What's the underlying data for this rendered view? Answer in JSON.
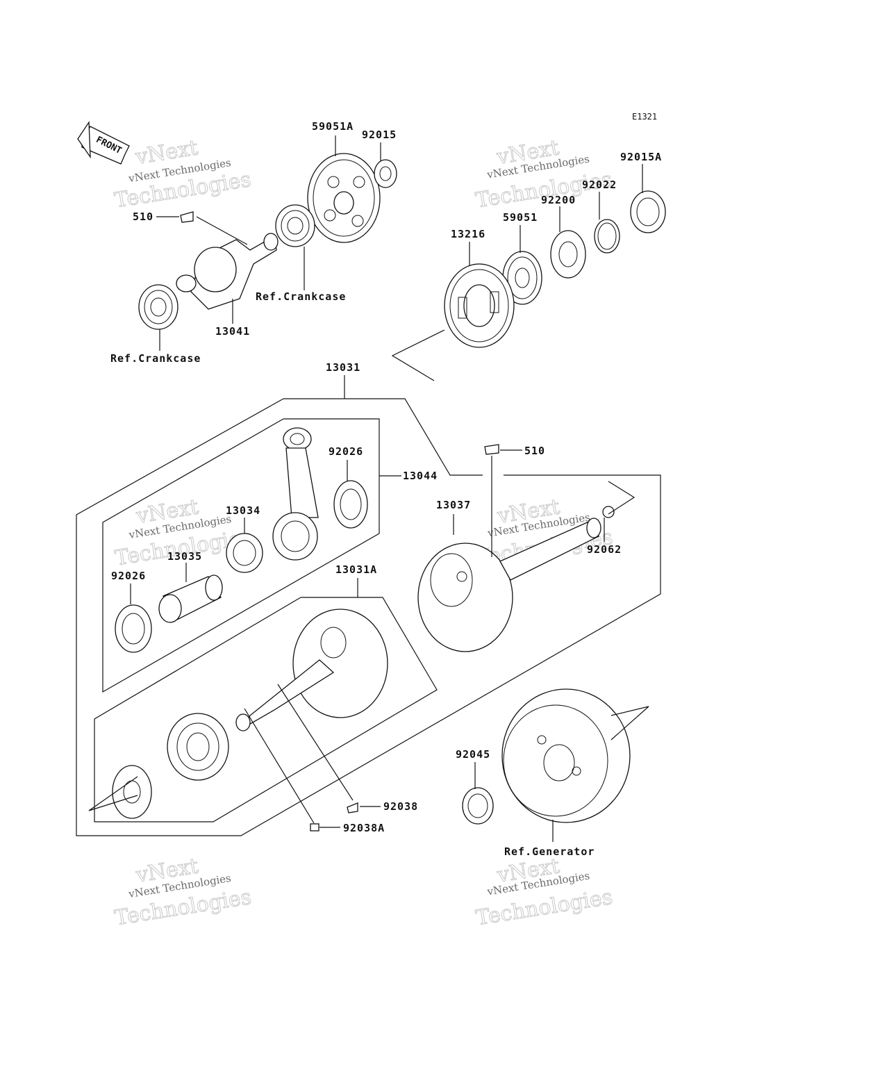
{
  "diagram": {
    "code": "E1321",
    "front_label": "FRONT",
    "labels": {
      "p59051A": "59051A",
      "p92015": "92015",
      "p92015A": "92015A",
      "p92022": "92022",
      "p92200": "92200",
      "p59051": "59051",
      "p13216": "13216",
      "p510_top": "510",
      "p13041": "13041",
      "ref_crankcase_1": "Ref.Crankcase",
      "ref_crankcase_2": "Ref.Crankcase",
      "p13031": "13031",
      "p92026_a": "92026",
      "p13044": "13044",
      "p510_mid": "510",
      "p13034": "13034",
      "p13037": "13037",
      "p92062": "92062",
      "p13035": "13035",
      "p92026_b": "92026",
      "p13031A": "13031A",
      "p92045": "92045",
      "p92038": "92038",
      "p92038A": "92038A",
      "ref_generator": "Ref.Generator"
    },
    "watermark": {
      "line1": "vNext Technologies",
      "line2": "vNext",
      "line3": "Technologies"
    }
  }
}
